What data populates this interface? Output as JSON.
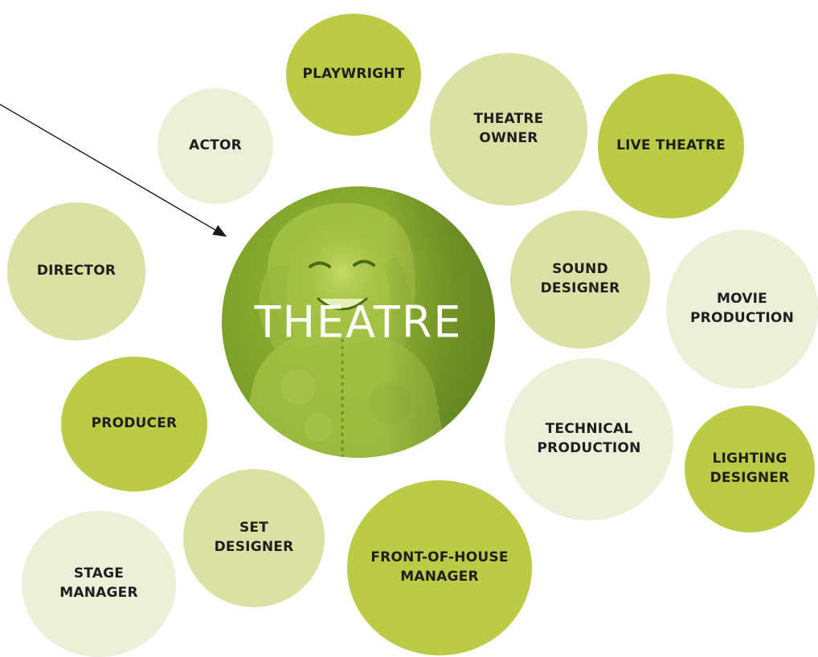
{
  "center": {
    "title": "THEATRE"
  },
  "bubbles": {
    "playwright": "PLAYWRIGHT",
    "actor": "ACTOR",
    "theatre_owner": "THEATRE\nOWNER",
    "live_theatre": "LIVE THEATRE",
    "director": "DIRECTOR",
    "sound_designer": "SOUND\nDESIGNER",
    "movie_production": "MOVIE\nPRODUCTION",
    "producer": "PRODUCER",
    "technical_production": "TECHNICAL\nPRODUCTION",
    "lighting_designer": "LIGHTING\nDESIGNER",
    "set_designer": "SET\nDESIGNER",
    "front_of_house_manager": "FRONT-OF-HOUSE\nMANAGER",
    "stage_manager": "STAGE\nMANAGER"
  },
  "colors": {
    "dark": "#bccb46",
    "mid": "#dbe0a4",
    "light": "#edf0d9",
    "center": "#86aa2e"
  }
}
